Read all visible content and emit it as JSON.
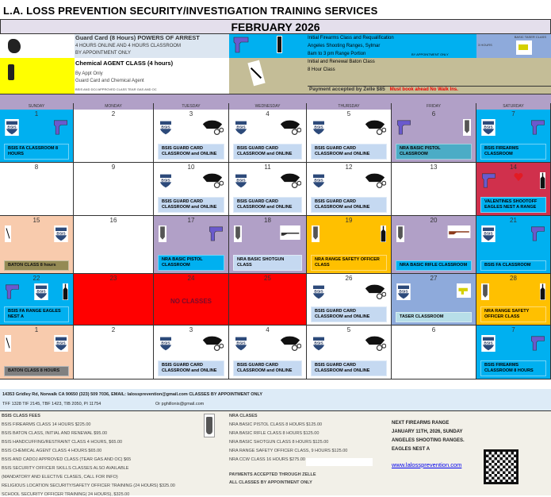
{
  "title": "L.A. LOSS PREVENTION SECURITY/INVESTIGATION TRAINING SERVICES",
  "month": "FEBRUARY  2026",
  "info": {
    "guard_title": "Guard Card (8 Hours) POWERS OF ARREST",
    "guard_l1": "4 HOURS ONLINE AND 4 HOURS CLASSROOM",
    "guard_l2": "BY APPOINTMENT ONLY",
    "chem_title": "Chemical AGENT CLASS (4 hours)",
    "chem_l1": "By Appt Only",
    "chem_l2": "Guard Card and Chemical Agent",
    "chem_l3": "BSIS AND DOJ APPROVED CLASS TEAR GAS AND OC",
    "fa_l1": "Initial Firearms Class and Requalification",
    "fa_l2": "Angeles Shooting Ranges, Sylmar",
    "fa_l3": "8am to 3 pm Range Portion",
    "fa_appt": "BY APPOINTMENT ONLY",
    "taser_title": "BASIC TASER CLASS",
    "taser_hours": "3 HOURS",
    "baton_l1": "Initial and Renewal Baton Class",
    "baton_l2": "8 Hour Class",
    "payment": "Payment accepted by Zelle $85",
    "walkins": "Must book ahead No Walk Ins."
  },
  "days": [
    "SUNDAY",
    "MONDAY",
    "TUESDAY",
    "WEDNESDAY",
    "THURSDAY",
    "FRIDAY",
    "SATURDAY"
  ],
  "weeks": [
    [
      {
        "d": "1",
        "bg": "#00b0f0",
        "ic": [
          "bsis",
          "pistol"
        ],
        "l": "BSIS FA CLASSROOM 8 HOURS",
        "bc": "#00b0f0"
      },
      {
        "d": "2",
        "bg": "#fff"
      },
      {
        "d": "3",
        "bg": "#fff",
        "ic": [
          "bsis",
          "hat"
        ],
        "l": "BSIS GUARD CARD CLASSROOM and ONLINE",
        "bc": "#c5d9f1"
      },
      {
        "d": "4",
        "bg": "#fff",
        "ic": [
          "bsis",
          "hat"
        ],
        "l": "BSIS GUARD CARD CLASSROOM and ONLINE",
        "bc": "#c5d9f1"
      },
      {
        "d": "5",
        "bg": "#fff",
        "ic": [
          "bsis",
          "hat"
        ],
        "l": "BSIS GUARD CARD CLASSROOM and ONLINE",
        "bc": "#c5d9f1"
      },
      {
        "d": "6",
        "bg": "#b1a0c7",
        "ic": [
          "pistol",
          "nra"
        ],
        "l": "NRA BASIC PISTOL CLASSROOM",
        "bc": "#4bacc6"
      },
      {
        "d": "7",
        "bg": "#00b0f0",
        "ic": [
          "bsis",
          "pistol"
        ],
        "l": "BSIS FIREARMS CLASSROOM",
        "bc": "#00b0f0"
      }
    ],
    [
      {
        "d": "8",
        "bg": "#fff"
      },
      {
        "d": "9",
        "bg": "#fff"
      },
      {
        "d": "10",
        "bg": "#fff",
        "ic": [
          "bsis",
          "hat"
        ],
        "l": "BSIS GUARD CARD CLASSROOM and ONLINE",
        "bc": "#c5d9f1"
      },
      {
        "d": "11",
        "bg": "#fff",
        "ic": [
          "bsis",
          "hat"
        ],
        "l": "BSIS GUARD CARD CLASSROOM and ONLINE",
        "bc": "#c5d9f1"
      },
      {
        "d": "12",
        "bg": "#fff",
        "ic": [
          "bsis",
          "hat"
        ],
        "l": "BSIS GUARD CARD CLASSROOM and ONLINE",
        "bc": "#c5d9f1"
      },
      {
        "d": "13",
        "bg": "#fff"
      },
      {
        "d": "14",
        "bg": "#d0304c",
        "ic": [
          "pistol",
          "heart",
          "bottle"
        ],
        "l": "VALENTINES SHOOTOFF EAGLES NEST A RANGE",
        "bc": "#00b0f0"
      }
    ],
    [
      {
        "d": "15",
        "bg": "#f8cbad",
        "ic": [
          "baton",
          "bsis"
        ],
        "l": "BATON CLASS 8 hours",
        "bc": "#948a54"
      },
      {
        "d": "16",
        "bg": "#fff"
      },
      {
        "d": "17",
        "bg": "#b1a0c7",
        "ic": [
          "nra",
          "pistol"
        ],
        "l": "NRA BASIC PISTOL CLASSROOM",
        "bc": "#00b0f0"
      },
      {
        "d": "18",
        "bg": "#b1a0c7",
        "ic": [
          "nra",
          "shotgun"
        ],
        "l": "NRA BASIC SHOTGUN CLASS",
        "bc": "#c5d9f1"
      },
      {
        "d": "19",
        "bg": "#ffc000",
        "ic": [
          "nra",
          "bottle"
        ],
        "l": "NRA RANGE SAFETY OFFICER CLASS",
        "bc": "#ffc000"
      },
      {
        "d": "20",
        "bg": "#b1a0c7",
        "ic": [
          "nra",
          "rifle"
        ],
        "l": "NRA BASIC RIFLE CLASSROOM",
        "bc": "#00b0f0"
      },
      {
        "d": "21",
        "bg": "#00b0f0",
        "ic": [
          "bsis",
          "pistol"
        ],
        "l": "BSIS FA CLASSROOM",
        "bc": "#00b0f0"
      }
    ],
    [
      {
        "d": "22",
        "bg": "#00b0f0",
        "ic": [
          "pistol",
          "bsis",
          "bottle"
        ],
        "l": "BSIS FA RANGE EAGLES NEST A",
        "bc": "#00b0f0"
      },
      {
        "d": "23",
        "bg": "#ff0000"
      },
      {
        "d": "24",
        "bg": "#ff0000",
        "center": "NO CLASSES"
      },
      {
        "d": "25",
        "bg": "#ff0000"
      },
      {
        "d": "26",
        "bg": "#fff",
        "ic": [
          "bsis",
          "hat"
        ],
        "l": "BSIS GUARD CARD CLASSROOM and ONLINE",
        "bc": "#c5d9f1"
      },
      {
        "d": "27",
        "bg": "#8eaadb",
        "ic": [
          "bsis",
          "taser"
        ],
        "l": "TASER CLASSROOM",
        "bc": "#b7dee8"
      },
      {
        "d": "28",
        "bg": "#ffc000",
        "ic": [
          "nra",
          "bottle"
        ],
        "l": "NRA RANGE SAFETY OFFICER CLASS",
        "bc": "#ffc000"
      }
    ],
    [
      {
        "d": "1",
        "bg": "#f8cbad",
        "ic": [
          "baton",
          "bsis"
        ],
        "l": "BATON CLASS 8 HOURS",
        "bc": "#808080"
      },
      {
        "d": "2",
        "bg": "#fff"
      },
      {
        "d": "3",
        "bg": "#fff",
        "ic": [
          "bsis",
          "hat"
        ],
        "l": "BSIS GUARD CARD CLASSROOM and ONLINE",
        "bc": "#c5d9f1"
      },
      {
        "d": "4",
        "bg": "#fff",
        "ic": [
          "bsis",
          "hat"
        ],
        "l": "BSIS GUARD CARD CLASSROOM and ONLINE",
        "bc": "#c5d9f1"
      },
      {
        "d": "5",
        "bg": "#fff",
        "ic": [
          "bsis",
          "hat"
        ],
        "l": "BSIS GUARD CARD CLASSROOM and ONLINE",
        "bc": "#c5d9f1"
      },
      {
        "d": "6",
        "bg": "#fff"
      },
      {
        "d": "7",
        "bg": "#00b0f0",
        "ic": [
          "bsis",
          "pistol"
        ],
        "l": "BSIS FIREARMS CLASSROOM 8 HOURS",
        "bc": "#00b0f0"
      }
    ]
  ],
  "footer": {
    "address": "14353 Gridley Rd, Norwalk CA 90650  (323) 509 7036, EMAIL: lalossprevention@gmail.com CLASSES BY APPOINTMENT ONLY",
    "licenses": "TFF 1328 TIF 2145, TBF 1423, TIB 2050, PI 11754",
    "alt_email": "Or pghillonis@gmail.com",
    "bsis_head": "BSIS CLASS FEES",
    "bsis": [
      "BSIS FIREARMS CLASS 14 HOURS $225.00",
      "BSIS BATON CLASS, INITIAL AND RENEWAL $95.00",
      "BSIS HANDCUFFING/RESTRAINT CLASS 4 HOURS, $65.00",
      "BSIS CHEMICAL AGENT CLASS 4 HOURS $65.00",
      "BSIS AND CADOJ APPROVED CLASS (TEAR GAS AND OC) $65",
      "BSIS SECURITY OFFICER SKILLS CLASSES ALSO AVAILABLE",
      "(MANDATORY AND ELECTIVE CLASES, CALL FOR INFO)",
      "RELIGIOUS LOCATION SECURITY/SAFETY OFFICER TRAINING (24 HOURS) $325.00",
      "SCHOOL SECURITY OFFICER TRAINING( 24 HOURS), $325.00"
    ],
    "nra_head": "NRA CLASES",
    "nra": [
      "NRA BASIC PISTOL CLASS 8 HOURS $125.00",
      "NRA BASIC RIFLE  CLASS 8 HOURS $125.00",
      "NRA BASIC SHOTGUN CLASS 8 HOURS $125.00",
      "NRA RANGE SAFETY OFFICER CLASS, 9 HOURS $125.00",
      "NRA CCW CLASS 16 HOURS $275.00"
    ],
    "payments": "PAYMENTS ACCEPTED THROUGH ZELLE",
    "appt": "ALL CLASSES BY APPOINTMENT ONLY",
    "range": [
      "NEXT FIREARMS RANGE",
      "JANUARY 11TH, 2026, SUNDAY",
      "ANGELES SHOOTING RANGES.",
      "EAGLES NEST A"
    ],
    "website": "www.lalossprevention.com"
  },
  "colors": {
    "blue": "#00b0f0",
    "purple": "#b1a0c7",
    "red": "#ff0000",
    "orange": "#ffc000",
    "link": "#0000ee"
  }
}
